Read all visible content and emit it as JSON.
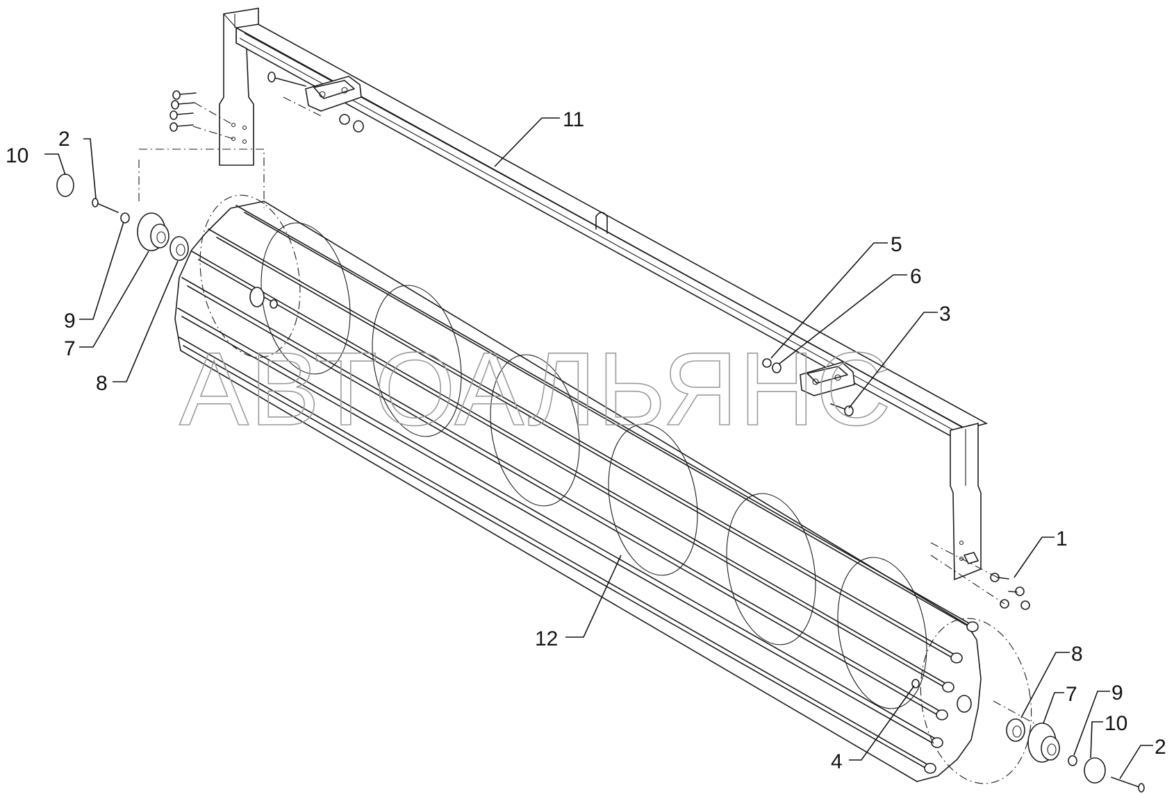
{
  "watermark": "АВТОАЛЬЯНС",
  "callouts": [
    {
      "id": "c-10-left",
      "label": "10"
    },
    {
      "id": "c-2-left",
      "label": "2"
    },
    {
      "id": "c-9-left",
      "label": "9"
    },
    {
      "id": "c-7-left",
      "label": "7"
    },
    {
      "id": "c-8-left",
      "label": "8"
    },
    {
      "id": "c-11",
      "label": "11"
    },
    {
      "id": "c-5",
      "label": "5"
    },
    {
      "id": "c-6",
      "label": "6"
    },
    {
      "id": "c-3",
      "label": "3"
    },
    {
      "id": "c-1",
      "label": "1"
    },
    {
      "id": "c-12",
      "label": "12"
    },
    {
      "id": "c-8-right",
      "label": "8"
    },
    {
      "id": "c-7-right",
      "label": "7"
    },
    {
      "id": "c-9-right",
      "label": "9"
    },
    {
      "id": "c-10-right",
      "label": "10"
    },
    {
      "id": "c-2-right",
      "label": "2"
    },
    {
      "id": "c-4",
      "label": "4"
    }
  ]
}
